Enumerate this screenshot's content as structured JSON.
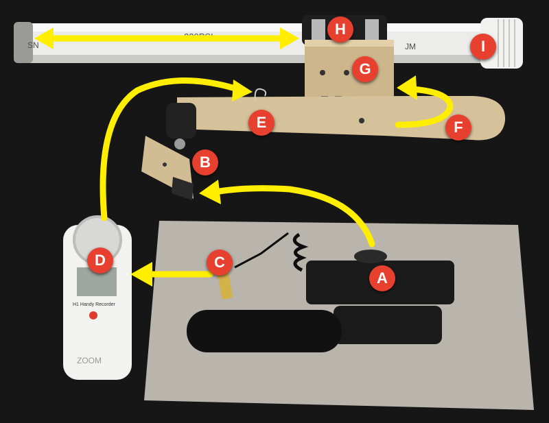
{
  "scene": {
    "background_color": "#161616",
    "arrow_color": "#ffee00",
    "label_color": "#e8402e"
  },
  "labels": {
    "a": "A",
    "b": "B",
    "c": "C",
    "d": "D",
    "e": "E",
    "f": "F",
    "g": "G",
    "h": "H",
    "i": "I"
  },
  "pipe_print": {
    "left": "SN",
    "middle": "220PSI",
    "right": "JM"
  },
  "recorder": {
    "brand": "ZOOM",
    "model": "H1 Handy Recorder"
  }
}
